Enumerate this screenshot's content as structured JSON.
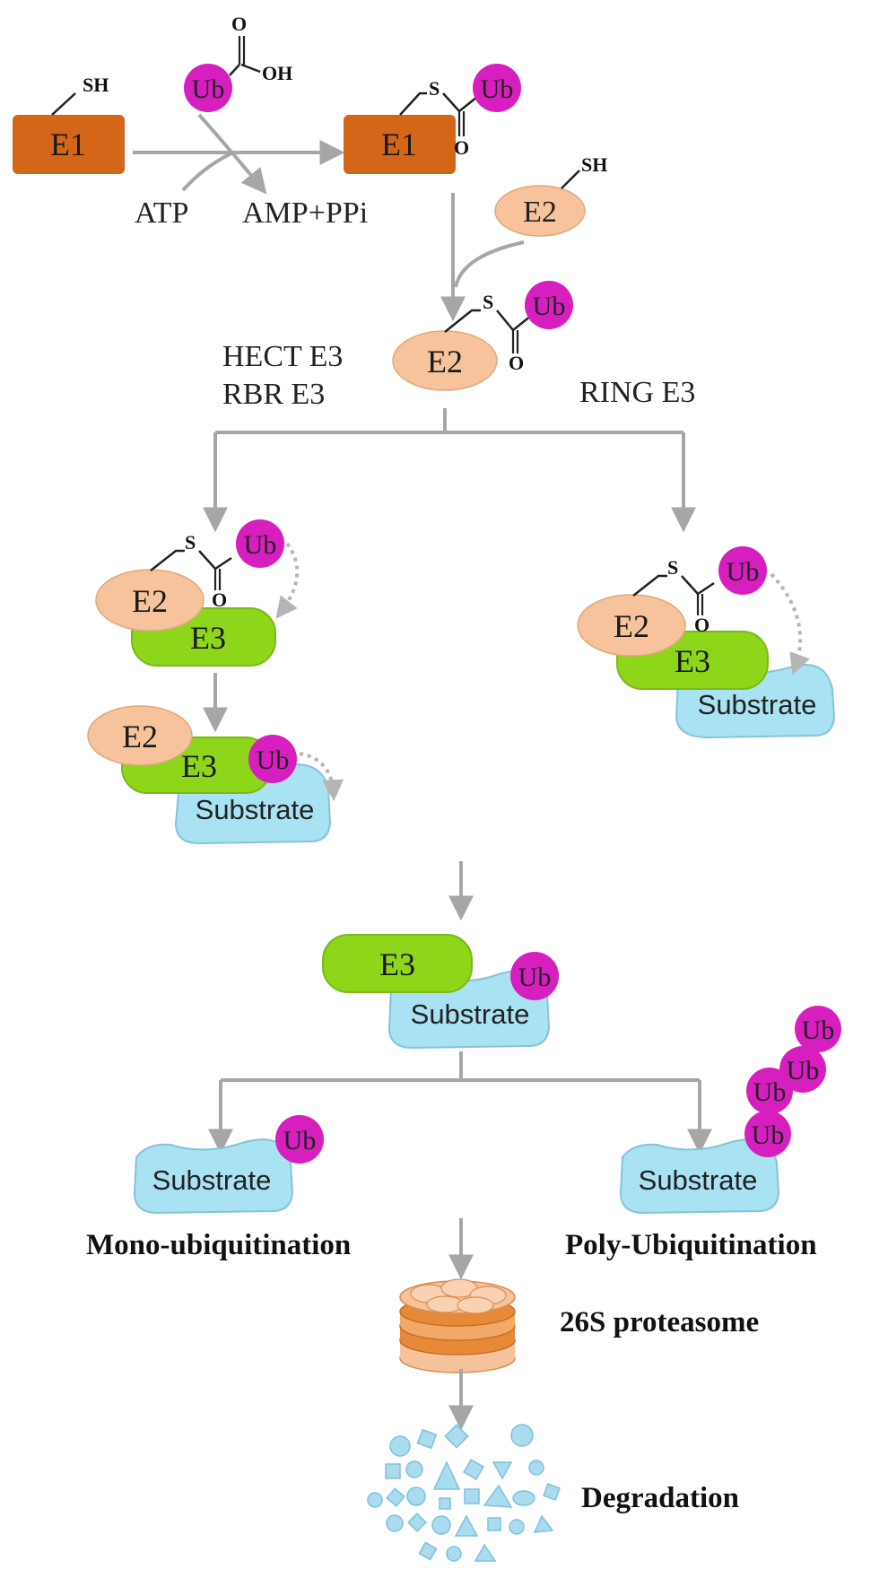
{
  "colors": {
    "e1": "#d4661a",
    "e2": "#f7c39c",
    "e3": "#8dd61a",
    "ub": "#d61fbe",
    "substrate": "#a8e2f3",
    "arrow": "#a6a6a6",
    "proteasome": "#f2a867",
    "fragments": "#a9dcee"
  },
  "labels": {
    "e1": "E1",
    "e2": "E2",
    "e3": "E3",
    "ub": "Ub",
    "substrate": "Substrate",
    "sh": "SH",
    "s": "S",
    "o": "O",
    "oh": "OH",
    "atp": "ATP",
    "amp": "AMP+PPi",
    "hect": "HECT E3",
    "rbr": "RBR E3",
    "ring": "RING E3",
    "mono": "Mono-ubiquitination",
    "poly": "Poly-Ubiquitination",
    "proteasome": "26S proteasome",
    "degradation": "Degradation"
  },
  "icons": {
    "proteasome": "proteasome-stack-icon",
    "degradation": "peptide-fragments-icon"
  }
}
